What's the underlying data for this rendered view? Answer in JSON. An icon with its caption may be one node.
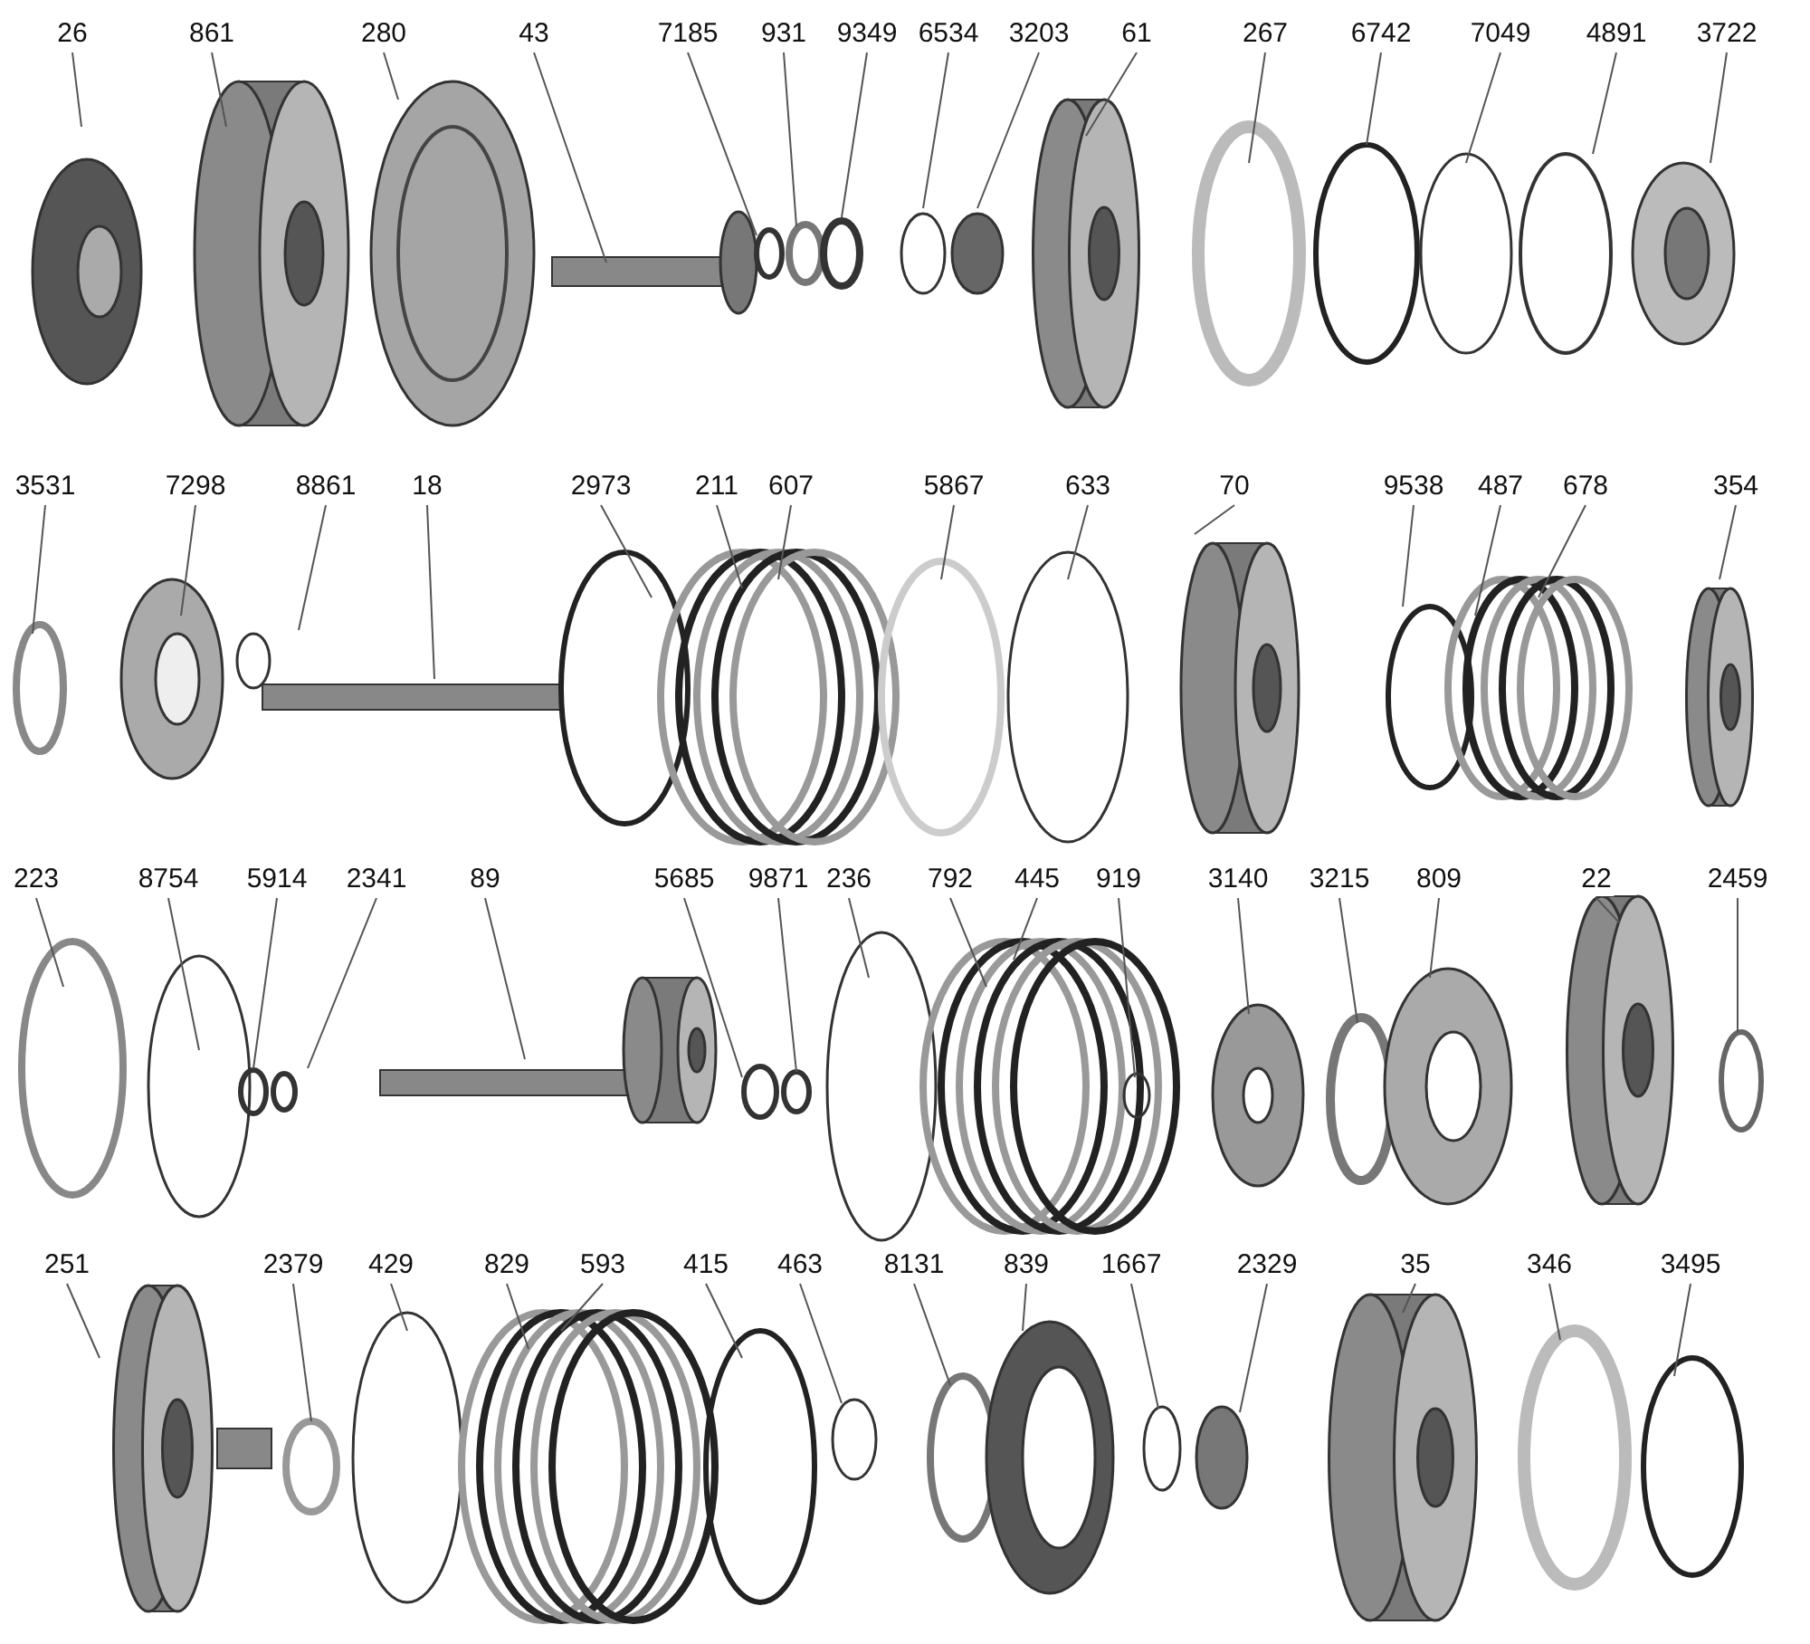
{
  "diagram": {
    "nodes": [
      {
        "text": [
          "26"
        ]
      },
      {
        "text": [
          "861"
        ]
      },
      {
        "text": [
          "280"
        ]
      },
      {
        "text": [
          "43"
        ]
      },
      {
        "text": [
          "7185"
        ]
      },
      {
        "text": [
          "931"
        ]
      },
      {
        "text": [
          "9349"
        ]
      },
      {
        "text": [
          "6534"
        ]
      },
      {
        "text": [
          "3203"
        ]
      },
      {
        "text": [
          "61"
        ]
      },
      {
        "text": [
          "267"
        ]
      },
      {
        "text": [
          "6742"
        ]
      },
      {
        "text": [
          "7049"
        ]
      },
      {
        "text": [
          "4891"
        ]
      },
      {
        "text": [
          "3722"
        ]
      },
      {
        "text": [
          "3531"
        ]
      },
      {
        "text": [
          "7298"
        ]
      },
      {
        "text": [
          "8861"
        ]
      },
      {
        "text": [
          "18"
        ]
      },
      {
        "text": [
          "2973"
        ]
      },
      {
        "text": [
          "211"
        ]
      },
      {
        "text": [
          "607"
        ]
      },
      {
        "text": [
          "5867"
        ]
      },
      {
        "text": [
          "633"
        ]
      },
      {
        "text": [
          "70"
        ]
      },
      {
        "text": [
          "9538"
        ]
      },
      {
        "text": [
          "487"
        ]
      },
      {
        "text": [
          "678"
        ]
      },
      {
        "text": [
          "354"
        ]
      },
      {
        "text": [
          "223"
        ]
      },
      {
        "text": [
          "8754"
        ]
      },
      {
        "text": [
          "5914"
        ]
      },
      {
        "text": [
          "2341"
        ]
      },
      {
        "text": [
          "89"
        ]
      },
      {
        "text": [
          "5685"
        ]
      },
      {
        "text": [
          "9871"
        ]
      },
      {
        "text": [
          "236"
        ]
      },
      {
        "text": [
          "792"
        ]
      },
      {
        "text": [
          "445"
        ]
      },
      {
        "text": [
          "919"
        ]
      },
      {
        "text": [
          "3140"
        ]
      },
      {
        "text": [
          "3215"
        ]
      },
      {
        "text": [
          "809"
        ]
      },
      {
        "text": [
          "22"
        ]
      },
      {
        "text": [
          "2459"
        ]
      },
      {
        "text": [
          "251"
        ]
      },
      {
        "text": [
          "2379"
        ]
      },
      {
        "text": [
          "429"
        ]
      },
      {
        "text": [
          "829"
        ]
      },
      {
        "text": [
          "593"
        ]
      },
      {
        "text": [
          "415"
        ]
      },
      {
        "text": [
          "463"
        ]
      },
      {
        "text": [
          "8131"
        ]
      },
      {
        "text": [
          "839"
        ]
      },
      {
        "text": [
          "1667"
        ]
      },
      {
        "text": [
          "2329"
        ]
      },
      {
        "text": [
          "35"
        ]
      },
      {
        "text": [
          "346"
        ]
      },
      {
        "text": [
          "3495"
        ]
      }
    ],
    "edges": [
      {
        "from": 0,
        "to": null,
        "arrow": "none"
      },
      {
        "from": 1,
        "to": null,
        "arrow": "none"
      },
      {
        "from": 2,
        "to": null,
        "arrow": "none"
      },
      {
        "from": 3,
        "to": null,
        "arrow": "none"
      },
      {
        "from": 4,
        "to": null,
        "arrow": "none"
      },
      {
        "from": 5,
        "to": null,
        "arrow": "none"
      },
      {
        "from": 6,
        "to": null,
        "arrow": "none"
      },
      {
        "from": 7,
        "to": null,
        "arrow": "none"
      },
      {
        "from": 8,
        "to": null,
        "arrow": "none"
      },
      {
        "from": 9,
        "to": null,
        "arrow": "none"
      },
      {
        "from": 10,
        "to": null,
        "arrow": "none"
      },
      {
        "from": 11,
        "to": null,
        "arrow": "none"
      },
      {
        "from": 12,
        "to": null,
        "arrow": "none"
      },
      {
        "from": 13,
        "to": null,
        "arrow": "none"
      },
      {
        "from": 14,
        "to": null,
        "arrow": "none"
      },
      {
        "from": 15,
        "to": null,
        "arrow": "none"
      },
      {
        "from": 16,
        "to": null,
        "arrow": "none"
      },
      {
        "from": 17,
        "to": null,
        "arrow": "none"
      },
      {
        "from": 18,
        "to": null,
        "arrow": "none"
      },
      {
        "from": 19,
        "to": null,
        "arrow": "none"
      },
      {
        "from": 20,
        "to": null,
        "arrow": "none"
      },
      {
        "from": 21,
        "to": null,
        "arrow": "none"
      },
      {
        "from": 22,
        "to": null,
        "arrow": "none"
      },
      {
        "from": 23,
        "to": null,
        "arrow": "none"
      },
      {
        "from": 24,
        "to": null,
        "arrow": "none"
      },
      {
        "from": 25,
        "to": null,
        "arrow": "none"
      },
      {
        "from": 26,
        "to": null,
        "arrow": "none"
      },
      {
        "from": 27,
        "to": null,
        "arrow": "none"
      },
      {
        "from": 28,
        "to": null,
        "arrow": "none"
      },
      {
        "from": 29,
        "to": null,
        "arrow": "none"
      },
      {
        "from": 30,
        "to": null,
        "arrow": "none"
      },
      {
        "from": 31,
        "to": null,
        "arrow": "none"
      },
      {
        "from": 32,
        "to": null,
        "arrow": "none"
      },
      {
        "from": 33,
        "to": null,
        "arrow": "none"
      },
      {
        "from": 34,
        "to": null,
        "arrow": "none"
      },
      {
        "from": 35,
        "to": null,
        "arrow": "none"
      },
      {
        "from": 36,
        "to": null,
        "arrow": "none"
      },
      {
        "from": 37,
        "to": null,
        "arrow": "none"
      },
      {
        "from": 38,
        "to": null,
        "arrow": "none"
      },
      {
        "from": 39,
        "to": null,
        "arrow": "none"
      },
      {
        "from": 40,
        "to": null,
        "arrow": "none"
      },
      {
        "from": 41,
        "to": null,
        "arrow": "none"
      },
      {
        "from": 42,
        "to": null,
        "arrow": "none"
      },
      {
        "from": 43,
        "to": null,
        "arrow": "none"
      },
      {
        "from": 44,
        "to": null,
        "arrow": "none"
      },
      {
        "from": 45,
        "to": null,
        "arrow": "none"
      },
      {
        "from": 46,
        "to": null,
        "arrow": "none"
      },
      {
        "from": 47,
        "to": null,
        "arrow": "none"
      },
      {
        "from": 48,
        "to": null,
        "arrow": "none"
      },
      {
        "from": 49,
        "to": null,
        "arrow": "none"
      },
      {
        "from": 50,
        "to": null,
        "arrow": "none"
      },
      {
        "from": 51,
        "to": null,
        "arrow": "none"
      },
      {
        "from": 52,
        "to": null,
        "arrow": "none"
      },
      {
        "from": 53,
        "to": null,
        "arrow": "none"
      },
      {
        "from": 54,
        "to": null,
        "arrow": "none"
      },
      {
        "from": 55,
        "to": null,
        "arrow": "none"
      },
      {
        "from": 56,
        "to": null,
        "arrow": "none"
      },
      {
        "from": 57,
        "to": null,
        "arrow": "none"
      },
      {
        "from": 58,
        "to": null,
        "arrow": "none"
      }
    ]
  }
}
